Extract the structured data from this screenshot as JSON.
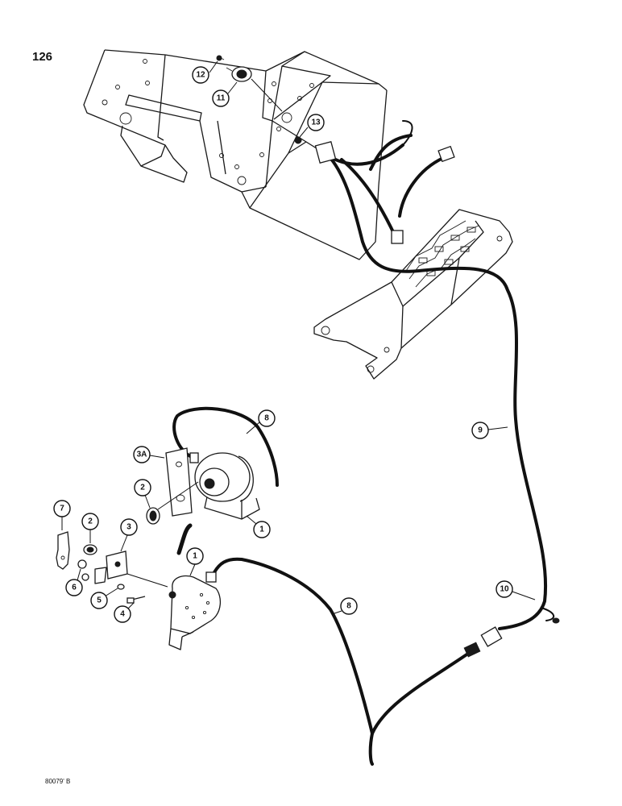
{
  "page_number": "126",
  "drawing_code": "80079' B",
  "callouts": [
    {
      "id": "c12",
      "label": "12"
    },
    {
      "id": "c11",
      "label": "11"
    },
    {
      "id": "c13",
      "label": "13"
    },
    {
      "id": "c8a",
      "label": "8"
    },
    {
      "id": "c3a",
      "label": "3A"
    },
    {
      "id": "c9",
      "label": "9"
    },
    {
      "id": "c2a",
      "label": "2"
    },
    {
      "id": "c1a",
      "label": "1"
    },
    {
      "id": "c7",
      "label": "7"
    },
    {
      "id": "c2b",
      "label": "2"
    },
    {
      "id": "c3",
      "label": "3"
    },
    {
      "id": "c1b",
      "label": "1"
    },
    {
      "id": "c6",
      "label": "6"
    },
    {
      "id": "c5",
      "label": "5"
    },
    {
      "id": "c4",
      "label": "4"
    },
    {
      "id": "c10",
      "label": "10"
    },
    {
      "id": "c8b",
      "label": "8"
    }
  ]
}
